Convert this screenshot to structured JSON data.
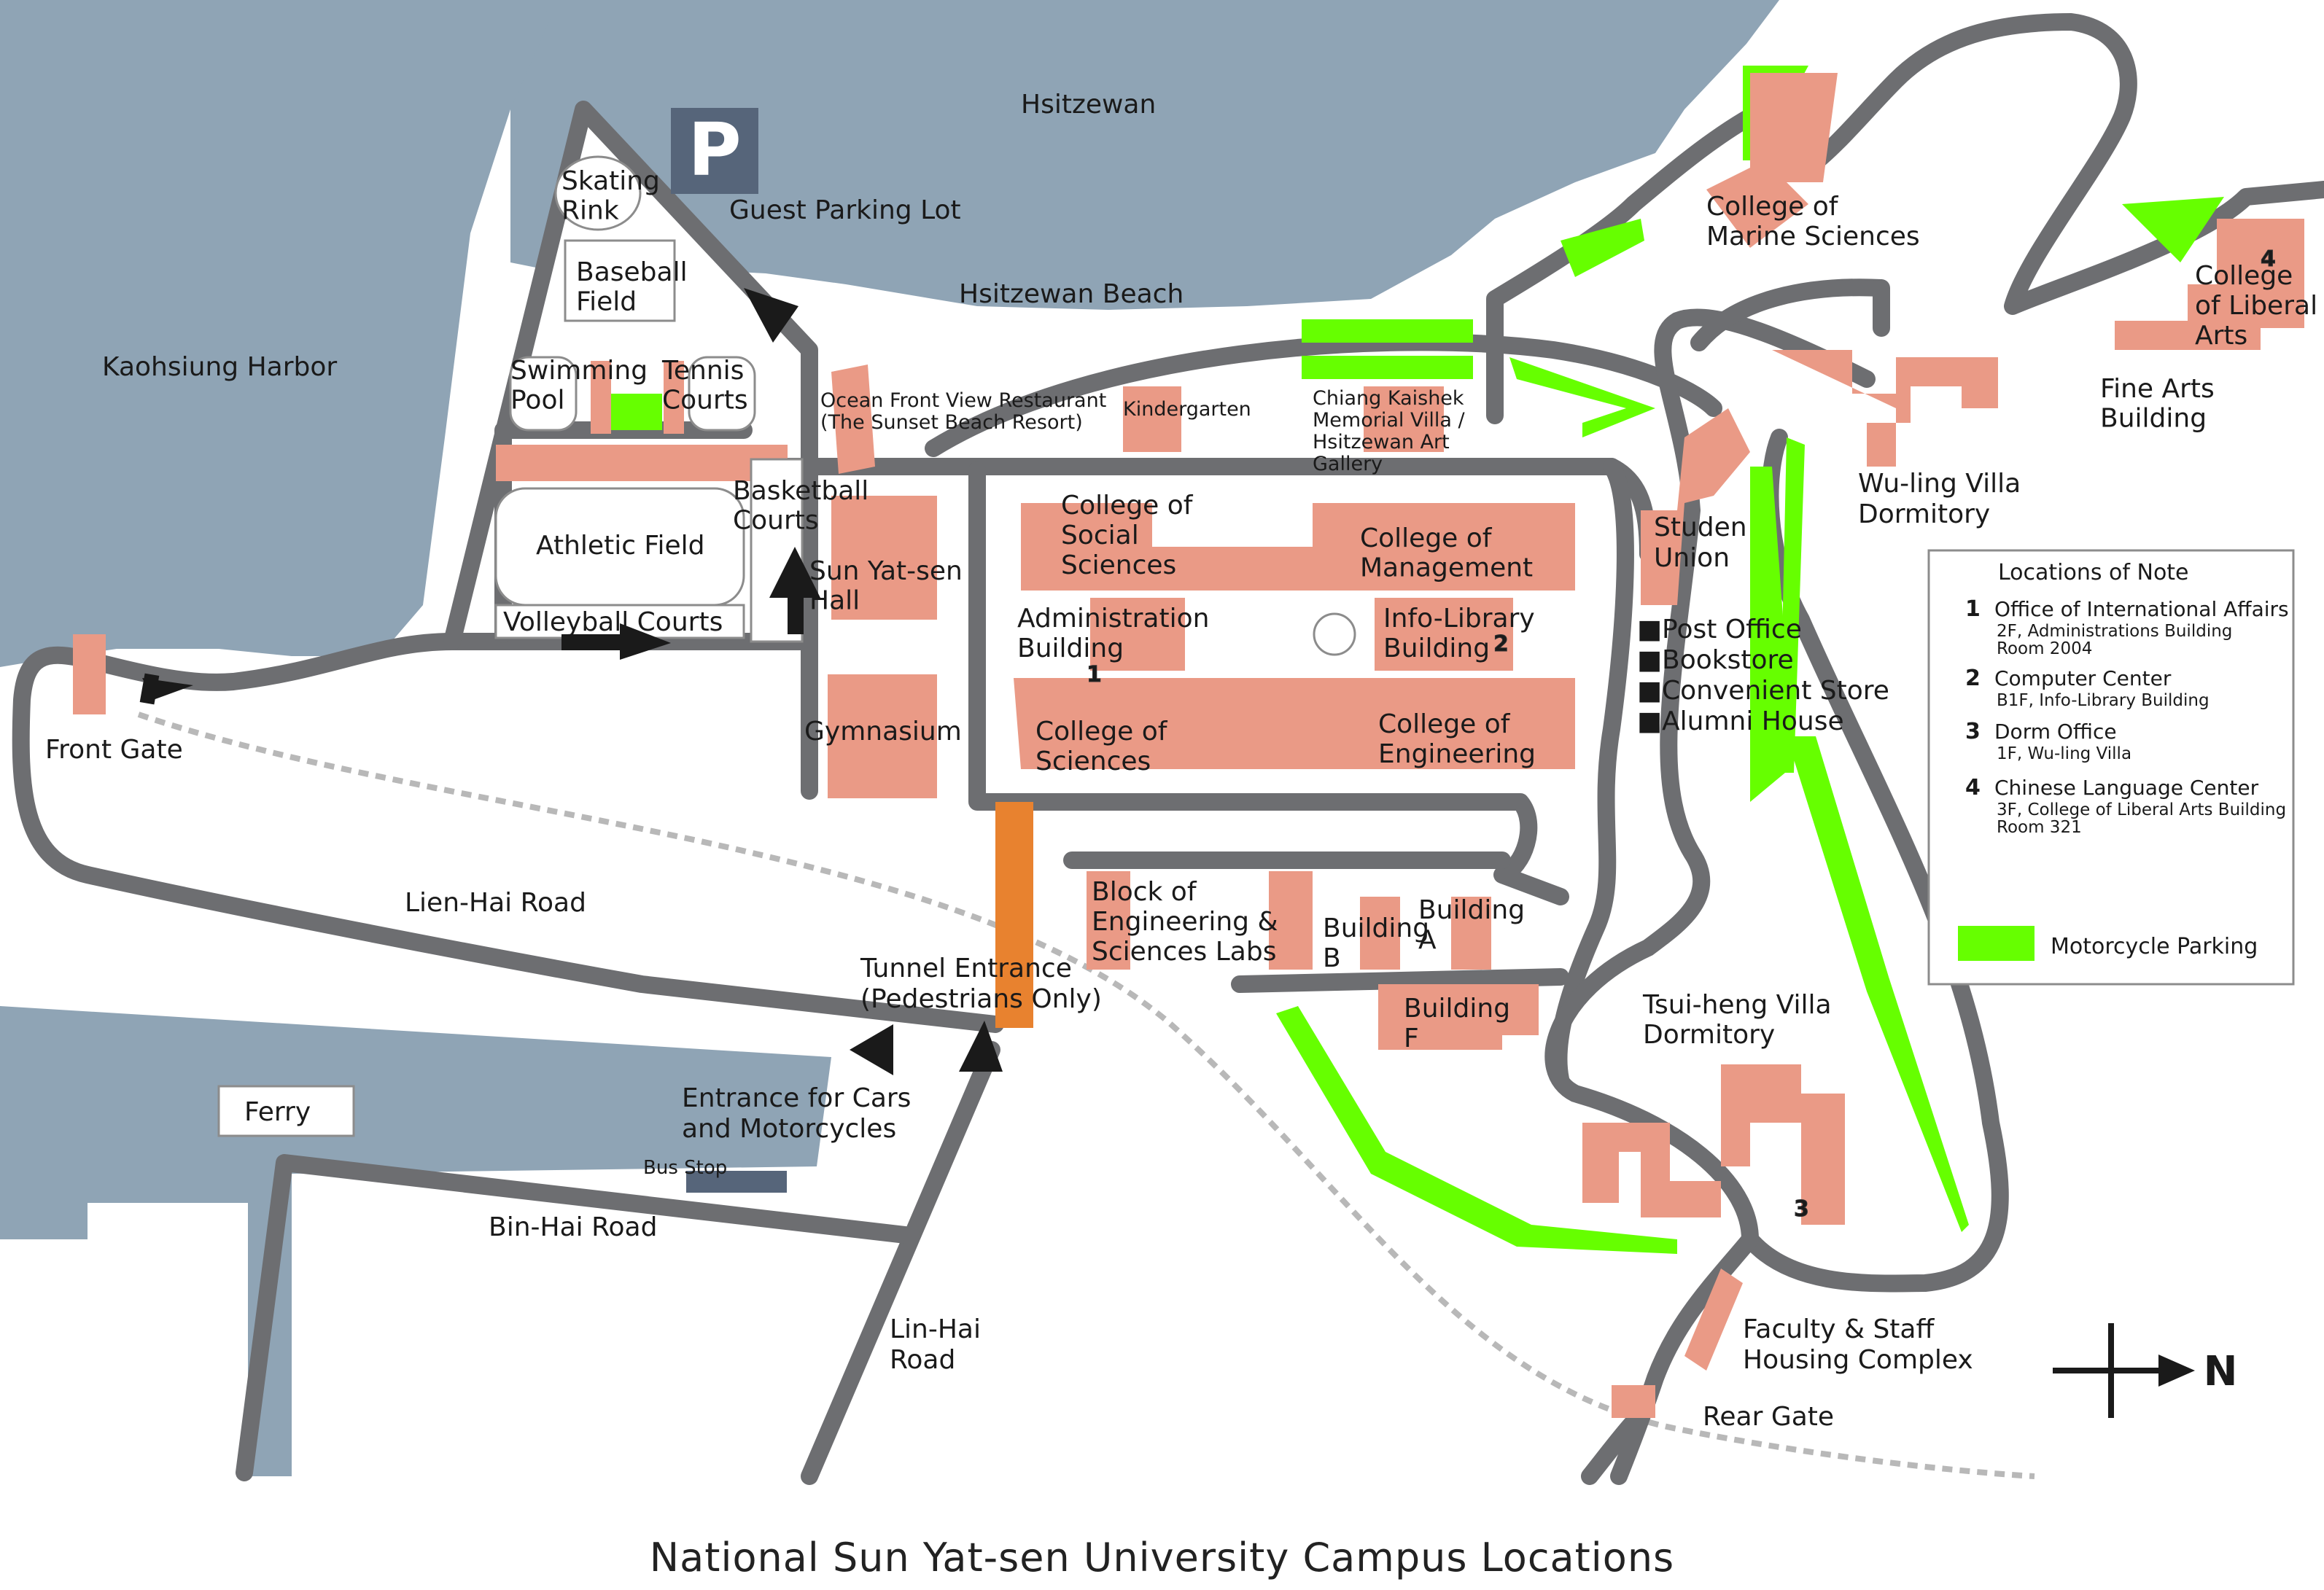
{
  "caption": "National Sun Yat-sen University Campus Locations",
  "colors": {
    "water": "#8fa4b5",
    "road": "#6d6e71",
    "building": "#ea9a86",
    "motorcycle_parking": "#66ff00",
    "tunnel": "#e8822f",
    "parking_sign": "#56657a",
    "dotted_path": "#b8b8b8"
  },
  "parking_sign": "P",
  "compass": "N",
  "water_labels": {
    "hsitzewan": "Hsitzewan",
    "kaohsiung_harbor": "Kaohsiung Harbor",
    "beach": "Hsitzewan Beach"
  },
  "places": {
    "skating_rink": [
      "Skating",
      "Rink"
    ],
    "guest_parking": "Guest Parking Lot",
    "baseball_field": [
      "Baseball",
      "Field"
    ],
    "swimming_pool": [
      "Swimming",
      "Pool"
    ],
    "tennis_courts": [
      "Tennis",
      "Courts"
    ],
    "restaurant": [
      "Ocean Front View Restaurant",
      "(The Sunset Beach Resort)"
    ],
    "kindergarten": "Kindergarten",
    "villa": [
      "Chiang Kaishek",
      "Memorial Villa /",
      "Hsitzewan Art",
      "Gallery"
    ],
    "athletic_field": "Athletic Field",
    "basketball_courts": [
      "Basketball",
      "Courts"
    ],
    "volleyball_courts": "Volleyball Courts",
    "sun_yatsen_hall": [
      "Sun Yat-sen",
      "Hall"
    ],
    "gymnasium": "Gymnasium",
    "front_gate": "Front Gate",
    "social_sciences": [
      "College of",
      "Social",
      "Sciences"
    ],
    "management": [
      "College of",
      "Management"
    ],
    "administration": [
      "Administration",
      "Building"
    ],
    "info_library": [
      "Info-Library",
      "Building"
    ],
    "sciences": [
      "College of",
      "Sciences"
    ],
    "engineering": [
      "College of",
      "Engineering"
    ],
    "marine_sciences": [
      "College of",
      "Marine Sciences"
    ],
    "liberal_arts": [
      "College",
      "of Liberal",
      "Arts"
    ],
    "fine_arts": [
      "Fine Arts",
      "Building"
    ],
    "wuling": [
      "Wu-ling Villa",
      "Dormitory"
    ],
    "student_union": [
      "Studen",
      "Union"
    ],
    "union_services": [
      "■Post Office",
      "■Bookstore",
      "■Convenient Store",
      "■Alumni House"
    ],
    "labs": [
      "Block of",
      "Engineering &",
      "Sciences Labs"
    ],
    "building_b": [
      "Building",
      "B"
    ],
    "building_a": [
      "Building",
      "A"
    ],
    "building_f": [
      "Building",
      "F"
    ],
    "tsuiheng": [
      "Tsui-heng Villa",
      "Dormitory"
    ],
    "faculty_housing": [
      "Faculty & Staff",
      "Housing Complex"
    ],
    "rear_gate": "Rear Gate",
    "lienhai_road": "Lien-Hai Road",
    "tunnel": [
      "Tunnel Entrance",
      "(Pedestrians Only)"
    ],
    "entrance_cars": [
      "Entrance for Cars",
      "and Motorcycles"
    ],
    "ferry": "Ferry",
    "bus_stop": "Bus Stop",
    "binhai_road": "Bin-Hai Road",
    "linhai_road": [
      "Lin-Hai",
      "Road"
    ]
  },
  "legend": {
    "title": "Locations of Note",
    "items": [
      {
        "num": "1",
        "name": "Office of International Affairs",
        "detail": [
          "2F, Administrations Building",
          "Room 2004"
        ]
      },
      {
        "num": "2",
        "name": "Computer Center",
        "detail": [
          "B1F, Info-Library Building"
        ]
      },
      {
        "num": "3",
        "name": "Dorm Office",
        "detail": [
          "1F,  Wu-ling Villa"
        ]
      },
      {
        "num": "4",
        "name": "Chinese Language Center",
        "detail": [
          "3F, College of Liberal Arts Building",
          "Room 321"
        ]
      }
    ],
    "parking_label": "Motorcycle Parking"
  },
  "markers": [
    {
      "num": "1",
      "place": "administration"
    },
    {
      "num": "2",
      "place": "info_library"
    },
    {
      "num": "3",
      "place": "tsuiheng"
    },
    {
      "num": "4",
      "place": "liberal_arts"
    }
  ]
}
